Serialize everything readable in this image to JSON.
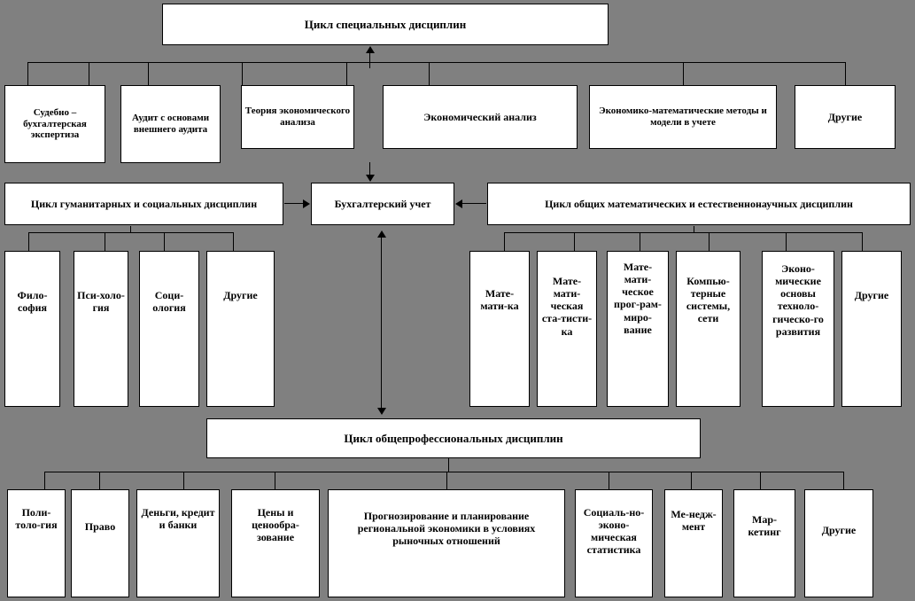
{
  "diagram": {
    "title": "Цикл специальных дисциплин",
    "background_color": "#808080",
    "box_fill_color": "#ffffff",
    "line_color": "#000000",
    "nodes": {
      "special_cycle": "Цикл специальных дисциплин",
      "special_children": [
        "Судебно – бухгалтерская экспертиза",
        "Аудит с основами внешнего аудита",
        "Теория экономического анализа",
        "Экономический анализ",
        "Экономико-математические методы и модели в учете",
        "Другие"
      ],
      "humanities_cycle": "Цикл гуманитарных и социальных дисциплин",
      "center": "Бухгалтерский учет",
      "math_cycle": "Цикл общих математических и естественнонаучных дисциплин",
      "humanities_children": [
        "Фило-софия",
        "Пси-холо-гия",
        "Соци-ология",
        "Другие"
      ],
      "math_children": [
        "Мате-мати-ка",
        "Мате-мати-ческая ста-тисти-ка",
        "Мате-мати-ческое прог-рам-миро-вание",
        "Компью-терные системы, сети",
        "Эконо-мические основы техноло-гическо-го развития",
        "Другие"
      ],
      "general_cycle": "Цикл общепрофессиональных дисциплин",
      "general_children": [
        "Поли-толо-гия",
        "Право",
        "Деньги, кредит и банки",
        "Цены и ценообра-зование",
        "Прогнозирование и планирование региональной экономики в условиях рыночных отношений",
        "Социаль-но-эконо-мическая статистика",
        "Ме-недж-мент",
        "Мар-кетинг",
        "Другие"
      ]
    }
  }
}
